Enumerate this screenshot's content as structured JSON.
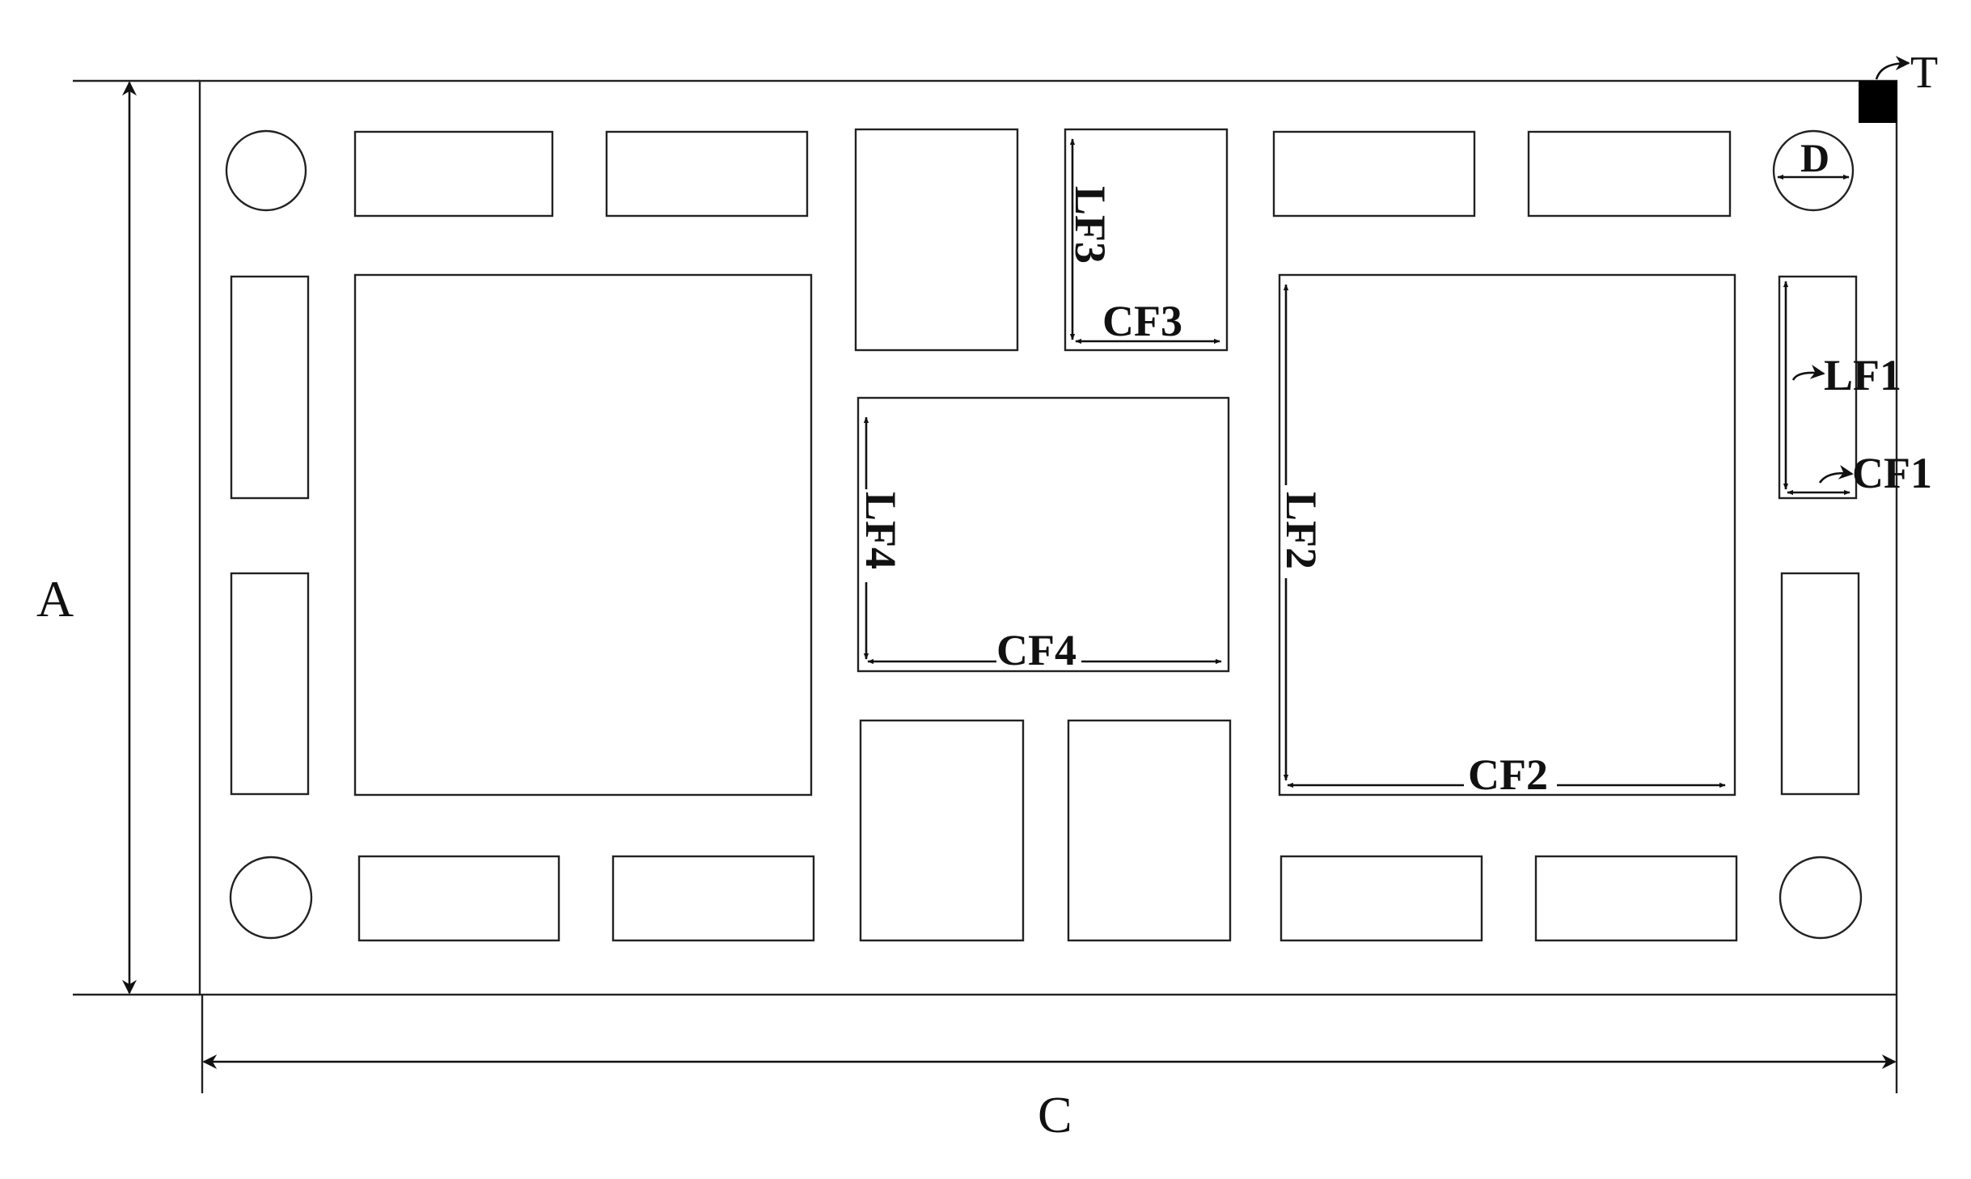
{
  "labels": {
    "a": "A",
    "c": "C",
    "t": "T",
    "d": "D",
    "lf1": "LF1",
    "cf1": "CF1",
    "lf2": "LF2",
    "cf2": "CF2",
    "lf3": "LF3",
    "cf3": "CF3",
    "lf4": "LF4",
    "cf4": "CF4"
  },
  "colors": {
    "line": "#222222",
    "marker": "#000000",
    "background": "#ffffff"
  }
}
